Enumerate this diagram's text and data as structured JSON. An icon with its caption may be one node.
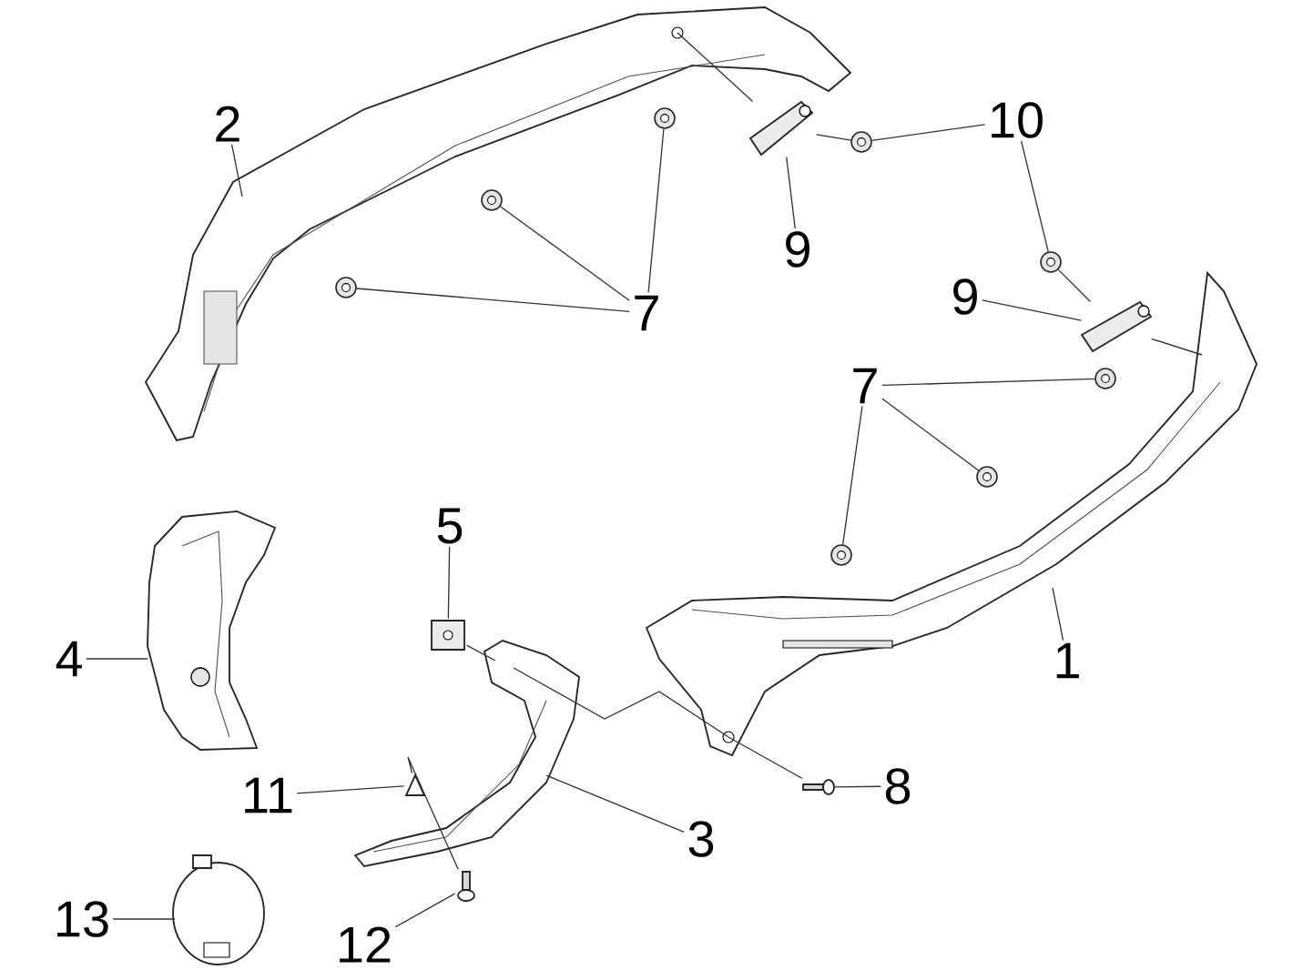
{
  "diagram": {
    "nodes": [
      {
        "text": [
          "2"
        ]
      },
      {
        "text": [],
        "shape": "picture"
      },
      {
        "text": [
          "7"
        ]
      },
      {
        "text": [],
        "shape": "circle"
      },
      {
        "text": [],
        "shape": "circle"
      },
      {
        "text": [],
        "shape": "circle"
      },
      {
        "text": [
          "9"
        ]
      },
      {
        "text": [],
        "shape": "picture"
      },
      {
        "text": [
          "10"
        ]
      },
      {
        "text": [],
        "shape": "circle"
      },
      {
        "text": [],
        "shape": "circle"
      },
      {
        "text": [
          "9"
        ]
      },
      {
        "text": [],
        "shape": "picture"
      },
      {
        "text": [
          "7"
        ]
      },
      {
        "text": [],
        "shape": "circle"
      },
      {
        "text": [],
        "shape": "circle"
      },
      {
        "text": [],
        "shape": "circle"
      },
      {
        "text": [
          "5"
        ]
      },
      {
        "text": [],
        "shape": "picture"
      },
      {
        "text": [
          "4"
        ]
      },
      {
        "text": [],
        "shape": "picture"
      },
      {
        "text": [
          "1"
        ]
      },
      {
        "text": [],
        "shape": "picture"
      },
      {
        "text": [
          "11"
        ]
      },
      {
        "text": [],
        "shape": "picture"
      },
      {
        "text": [
          "8"
        ]
      },
      {
        "text": [],
        "shape": "picture"
      },
      {
        "text": [
          "3"
        ]
      },
      {
        "text": [],
        "shape": "picture"
      },
      {
        "text": [
          "13"
        ]
      },
      {
        "text": [],
        "shape": "picture"
      },
      {
        "text": [
          "12"
        ]
      },
      {
        "text": [],
        "shape": "picture"
      }
    ],
    "edges": [
      {
        "from": 0,
        "to": 1,
        "arrow": "none"
      },
      {
        "from": 2,
        "to": 3,
        "arrow": "none"
      },
      {
        "from": 2,
        "to": 4,
        "arrow": "none"
      },
      {
        "from": 2,
        "to": 5,
        "arrow": "none"
      },
      {
        "from": 6,
        "to": 7,
        "arrow": "none"
      },
      {
        "from": 8,
        "to": 9,
        "arrow": "none"
      },
      {
        "from": 8,
        "to": 10,
        "arrow": "none"
      },
      {
        "from": 11,
        "to": 12,
        "arrow": "none"
      },
      {
        "from": 13,
        "to": 14,
        "arrow": "none"
      },
      {
        "from": 13,
        "to": 15,
        "arrow": "none"
      },
      {
        "from": 13,
        "to": 16,
        "arrow": "none"
      },
      {
        "from": 17,
        "to": 18,
        "arrow": "none"
      },
      {
        "from": 19,
        "to": 20,
        "arrow": "none"
      },
      {
        "from": 21,
        "to": 22,
        "arrow": "none"
      },
      {
        "from": 23,
        "to": 24,
        "arrow": "none"
      },
      {
        "from": 25,
        "to": 26,
        "arrow": "none"
      },
      {
        "from": 27,
        "to": 28,
        "arrow": "none"
      },
      {
        "from": 29,
        "to": 30,
        "arrow": "none"
      },
      {
        "from": 31,
        "to": 32,
        "arrow": "none"
      },
      {
        "from": 1,
        "to": 7,
        "arrow": "none"
      },
      {
        "from": 7,
        "to": 9,
        "arrow": "none"
      },
      {
        "from": 10,
        "to": 12,
        "arrow": "none"
      },
      {
        "from": 12,
        "to": 22,
        "arrow": "none"
      },
      {
        "from": 18,
        "to": 28,
        "arrow": "none"
      },
      {
        "from": 28,
        "to": 22,
        "arrow": "none"
      },
      {
        "from": 22,
        "to": 26,
        "arrow": "none"
      },
      {
        "from": 24,
        "to": 32,
        "arrow": "none"
      }
    ]
  }
}
